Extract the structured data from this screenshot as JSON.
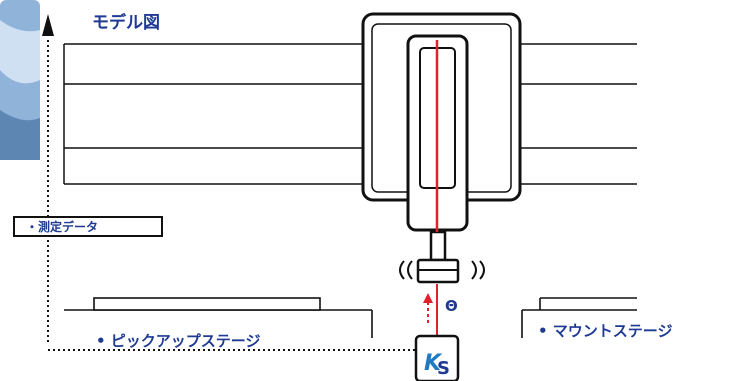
{
  "title": "モデル図",
  "measurement_label": "・測定データ",
  "pickup_stage_label": "• ピックアップステージ",
  "mount_stage_label": "• マウントステージ",
  "theta_symbol": "Θ",
  "logo_text": "KS",
  "colors": {
    "label_blue": "#1f3a93",
    "line_dark": "#111111",
    "arrow_red": "#e0202a",
    "photo_blue": "#8fb3d9"
  }
}
